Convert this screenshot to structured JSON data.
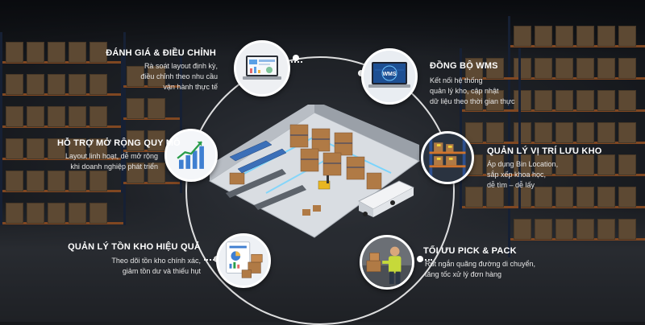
{
  "features": {
    "evaluate": {
      "title": "ĐÁNH GIÁ & ĐIỀU CHỈNH",
      "desc": [
        "Rà soát layout định kỳ,",
        "điều chỉnh theo nhu cầu",
        "vận hành thực tế"
      ],
      "icon": "laptop-dashboard-icon"
    },
    "sync": {
      "title": "ĐỒNG BỘ WMS",
      "desc": [
        "Kết nối hệ thống",
        "quản lý kho, cập nhật",
        "dữ liệu theo thời gian thực"
      ],
      "icon": "laptop-wms-icon",
      "screen_text": "WMS"
    },
    "scale": {
      "title": "HỖ TRỢ MỞ RỘNG QUY MÔ",
      "desc": [
        "Layout linh hoạt, dễ mở rộng",
        "khi doanh nghiệp phát triển"
      ],
      "icon": "growth-chart-icon"
    },
    "location": {
      "title": "QUẢN LÝ VỊ TRÍ LƯU KHO",
      "desc": [
        "Áp dụng Bin Location,",
        "sắp xếp khoa học,",
        "dễ tìm – dễ lấy"
      ],
      "icon": "bin-rack-icon"
    },
    "inventory": {
      "title": "QUẢN LÝ TỒN KHO HIỆU QUẢ",
      "desc": [
        "Theo dõi tồn kho chính xác,",
        "giảm tồn dư và thiếu hụt"
      ],
      "icon": "inventory-report-icon"
    },
    "pick": {
      "title": "TỐI ƯU PICK & PACK",
      "desc": [
        "Rút ngắn quãng đường di chuyển,",
        "tăng tốc xử lý đơn hàng"
      ],
      "icon": "worker-pick-icon"
    }
  },
  "colors": {
    "title": "#ffffff",
    "desc": "#e6e6e6",
    "circle": "#ffffff",
    "rack_beam": "#c0682a",
    "rack_post": "#1e2c48",
    "floor_glow": "#6fd3ff"
  }
}
